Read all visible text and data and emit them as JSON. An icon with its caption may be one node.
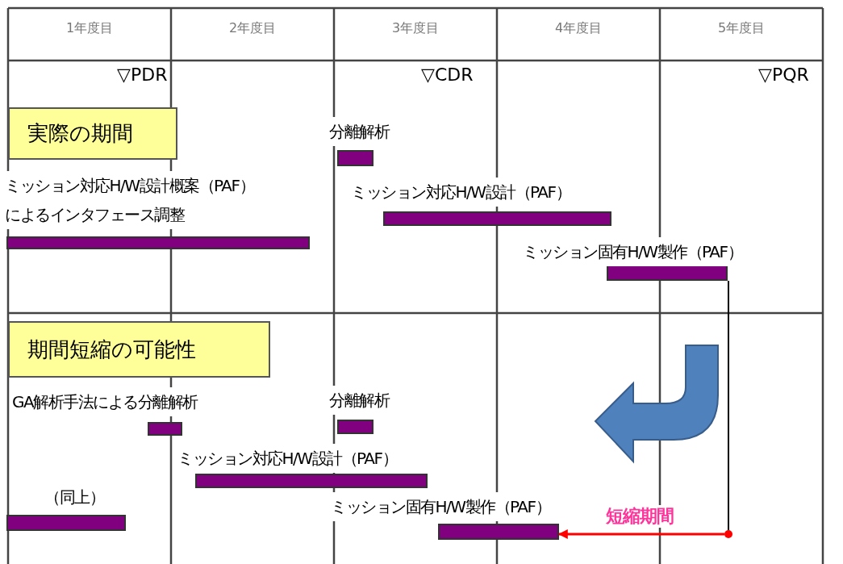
{
  "diagram": {
    "nodes": [
      {
        "text": [
          "実際の期間"
        ]
      },
      {
        "text": [
          "分離解析"
        ]
      },
      {
        "text": [
          "ミッション対応H/W設計概案（PAF）によるインタフェース調整"
        ]
      },
      {
        "text": [
          "ミッション対応H/W設計（PAF）"
        ]
      },
      {
        "text": [
          "ミッション固有H/W製作（PAF）"
        ]
      },
      {
        "text": [
          "期間短縮の可能性"
        ]
      },
      {
        "text": [
          "GA解析手法による分離解析"
        ]
      },
      {
        "text": [
          "分離解析"
        ]
      },
      {
        "text": [
          "ミッション対応H/W設計（PAF）"
        ]
      },
      {
        "text": [
          "（同上）"
        ]
      },
      {
        "text": [
          "ミッション固有H/W製作（PAF）"
        ]
      },
      {
        "text": [],
        "shape": "circle"
      }
    ],
    "edges": [
      {
        "from": 4,
        "to": 11,
        "arrow": "none"
      },
      {
        "from": 11,
        "to": 10,
        "arrow": "to",
        "label": "短縮期間",
        "color": "#ff0000"
      }
    ],
    "labels": [
      "1年度目",
      "2年度目",
      "3年度目",
      "4年度目",
      "5年度目",
      "▽PDR",
      "▽CDR",
      "▽PQR"
    ]
  }
}
